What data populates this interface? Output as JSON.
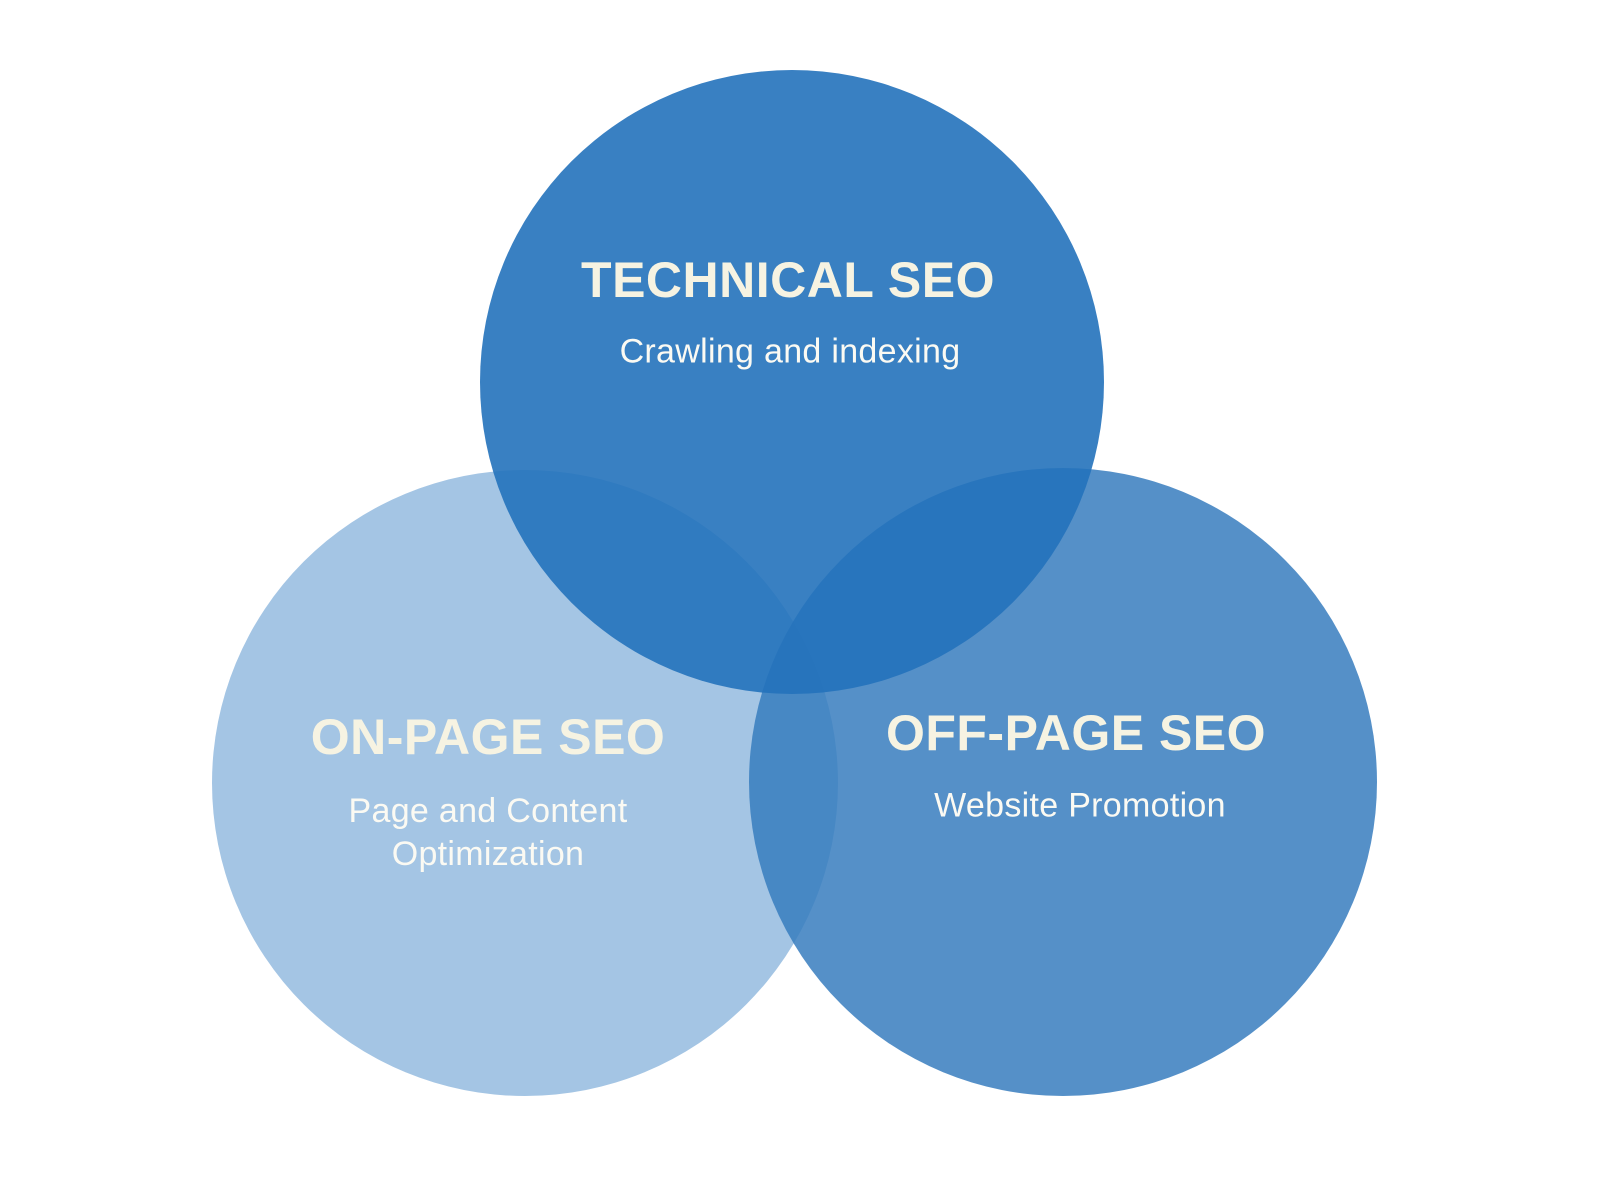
{
  "diagram": {
    "type": "venn",
    "background_color": "#ffffff",
    "heading_text_color": "#f6f3e2",
    "subtitle_text_color": "#fbfaf3",
    "circles": [
      {
        "id": "technical-seo",
        "label": "TECHNICAL SEO",
        "sublabel": "Crawling and indexing",
        "apparent_color": "#3a80c2",
        "layer_fill": "#2472bb",
        "position": "top"
      },
      {
        "id": "on-page-seo",
        "label": "ON-PAGE SEO",
        "sublabel": "Page and Content\nOptimization",
        "apparent_color": "#a4c5e4",
        "layer_fill": "#a4c5e4",
        "position": "bottom-left"
      },
      {
        "id": "off-page-seo",
        "label": "OFF-PAGE SEO",
        "sublabel": "Website Promotion",
        "apparent_color": "#5590c8",
        "layer_fill": "#377cbe",
        "position": "bottom-right"
      }
    ],
    "overlap_colors": {
      "top_and_left": "#317abf",
      "top_and_right": "#2975bc",
      "left_and_right": "#4686c3",
      "center_all": "#2774bc"
    }
  }
}
